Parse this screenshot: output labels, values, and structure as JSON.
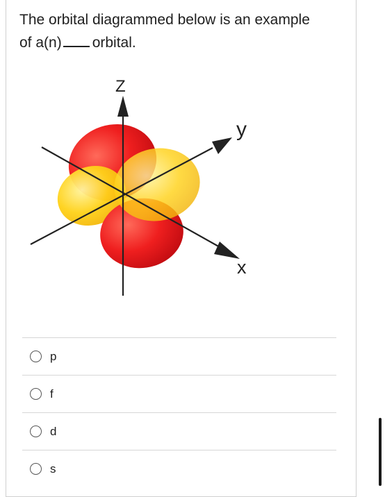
{
  "question": {
    "line1": "The orbital diagrammed below is an example",
    "line2_start": "of a(n)",
    "line2_end": "orbital."
  },
  "diagram": {
    "axis_labels": {
      "z": "Z",
      "y": "y",
      "x": "x"
    },
    "colors": {
      "lobe_red": "#e8161b",
      "lobe_yellow": "#ffd21a",
      "axis": "#222222"
    }
  },
  "options": [
    {
      "label": "p"
    },
    {
      "label": "f"
    },
    {
      "label": "d"
    },
    {
      "label": "s"
    }
  ]
}
